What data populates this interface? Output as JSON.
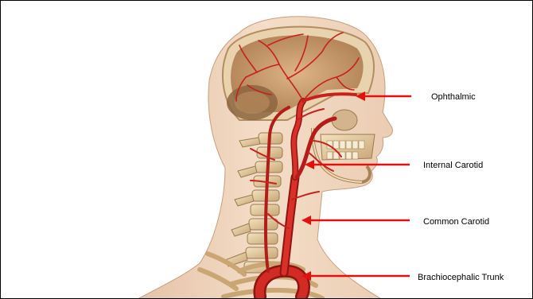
{
  "labels": {
    "ophthalmic": "Ophthalmic",
    "internal_carotid": "Internal Carotid",
    "common_carotid": "Common Carotid",
    "brachiocephalic_trunk": "Brachiocephalic Trunk"
  },
  "colors": {
    "arrow": "#e3100f",
    "artery": "#c8201c",
    "artery_dark": "#8e1511",
    "skin": "#f2d9c3",
    "skin_shadow": "#d9b595",
    "bone": "#e8d2a8",
    "bone_shadow": "#b89462",
    "brain": "#c99b6a",
    "background": "#ffffff",
    "border": "#000000"
  }
}
